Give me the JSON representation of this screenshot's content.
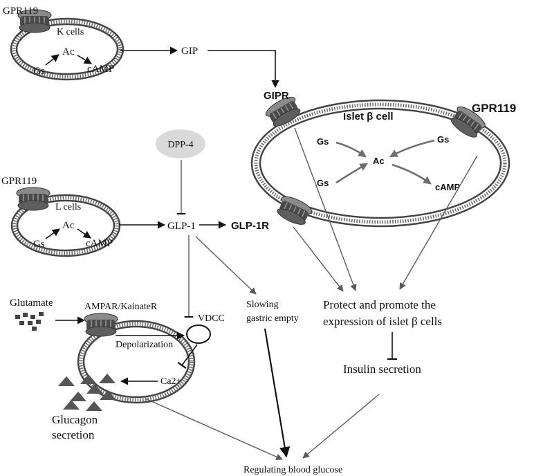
{
  "k_cell": {
    "receptor": "GPR119",
    "name": "K cells",
    "gs": "Gs",
    "ac": "Ac",
    "camp": "cAMP"
  },
  "l_cell": {
    "receptor": "GPR119",
    "name": "L cells",
    "gs": "Gs",
    "ac": "Ac",
    "camp": "cAMP"
  },
  "beta_cell": {
    "name": "Islet β cell",
    "gipr": "GIPR",
    "gpr119": "GPR119",
    "glp1r": "GLP-1R",
    "gs_a": "Gs",
    "gs_b": "Gs",
    "gs_c": "Gs",
    "ac": "Ac",
    "camp": "cAMP"
  },
  "alpha_cell": {
    "receptor": "AMPAR/KainateR",
    "channel": "VDCC",
    "depolarization": "Depolarization",
    "calcium": "Ca2+",
    "glucagon_line1": "Glucagon",
    "glucagon_line2": "secretion"
  },
  "labels": {
    "gip": "GIP",
    "dpp4": "DPP-4",
    "glp1": "GLP-1",
    "glutamate": "Glutamate",
    "slowing_line1": "Slowing",
    "slowing_line2": "gastric empty",
    "protect_line1": "Protect and promote the",
    "protect_line2": "expression of islet β cells",
    "insulin": "Insulin secretion",
    "regulating": "Regulating blood glucose"
  },
  "colors": {
    "receptor_dark": "#4a4a4a",
    "receptor_light": "#8a8a8a",
    "dpp4_fill": "#d9d9d9",
    "glucagon_fill": "#555555"
  }
}
